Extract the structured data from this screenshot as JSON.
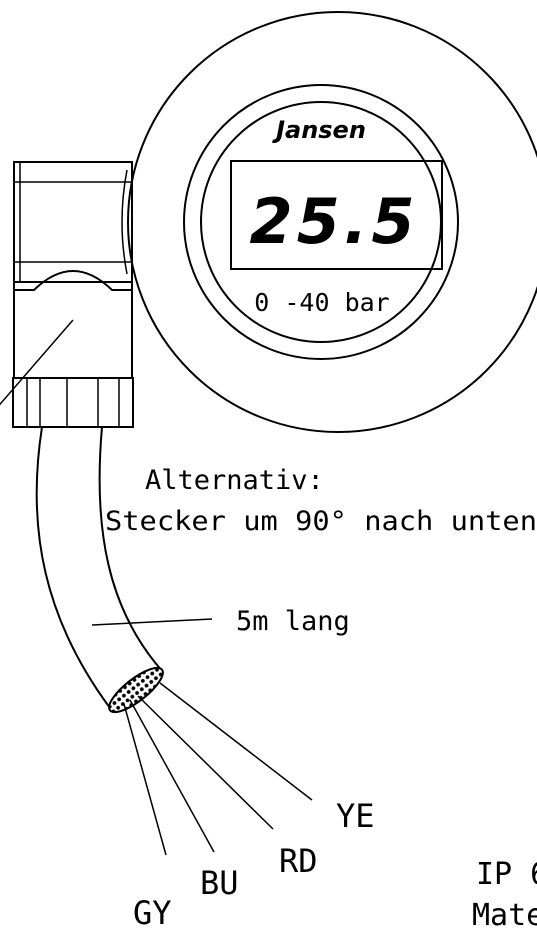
{
  "gauge": {
    "brand": "Jansen",
    "display_value": "25.5",
    "range": "0 -40 bar"
  },
  "notes": {
    "alternative_line1": "Alternativ:",
    "alternative_line2": "Stecker um 90° nach unten",
    "cable_length": "5m lang"
  },
  "wires": [
    {
      "label": "GY"
    },
    {
      "label": "BU"
    },
    {
      "label": "RD"
    },
    {
      "label": "YE"
    }
  ],
  "cropped_text": {
    "ip_rating": "IP 6",
    "material": "Mate"
  },
  "colors": {
    "line": "#000000",
    "background": "#ffffff"
  }
}
